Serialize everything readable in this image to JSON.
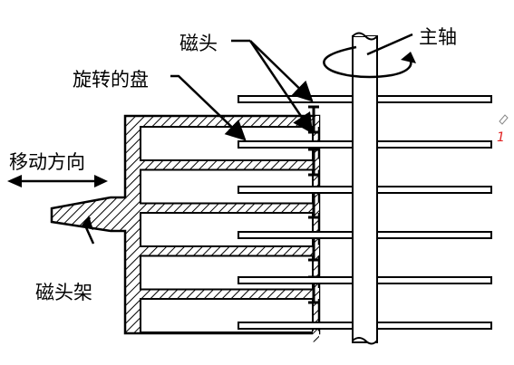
{
  "labels": {
    "head": "磁头",
    "spindle": "主轴",
    "rotating_disk": "旋转的盘",
    "move_direction": "移动方向",
    "head_arm": "磁头架"
  },
  "annotation": {
    "mark": "1",
    "color": "#e02020"
  },
  "colors": {
    "ink": "#000000",
    "background": "#ffffff"
  },
  "structure": {
    "platter_count": 6,
    "head_count": 5
  }
}
